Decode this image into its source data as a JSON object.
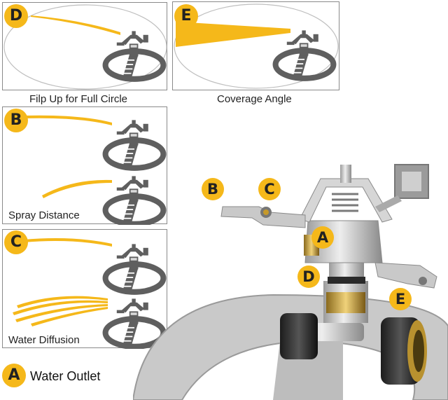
{
  "panels": {
    "d": {
      "badge": "D",
      "caption": "Filp Up for Full Circle"
    },
    "e": {
      "badge": "E",
      "caption": "Coverage Angle"
    },
    "b": {
      "badge": "B",
      "caption": "Spray Distance"
    },
    "c": {
      "badge": "C",
      "caption": "Water Diffusion"
    }
  },
  "callouts": {
    "a": "A",
    "b": "B",
    "c": "C",
    "d": "D",
    "e": "E"
  },
  "legend": {
    "badge": "A",
    "text": "Water Outlet"
  },
  "colors": {
    "accent": "#f5b81a",
    "base_gray": "#5f5f5f",
    "border": "#8a8a8a"
  }
}
